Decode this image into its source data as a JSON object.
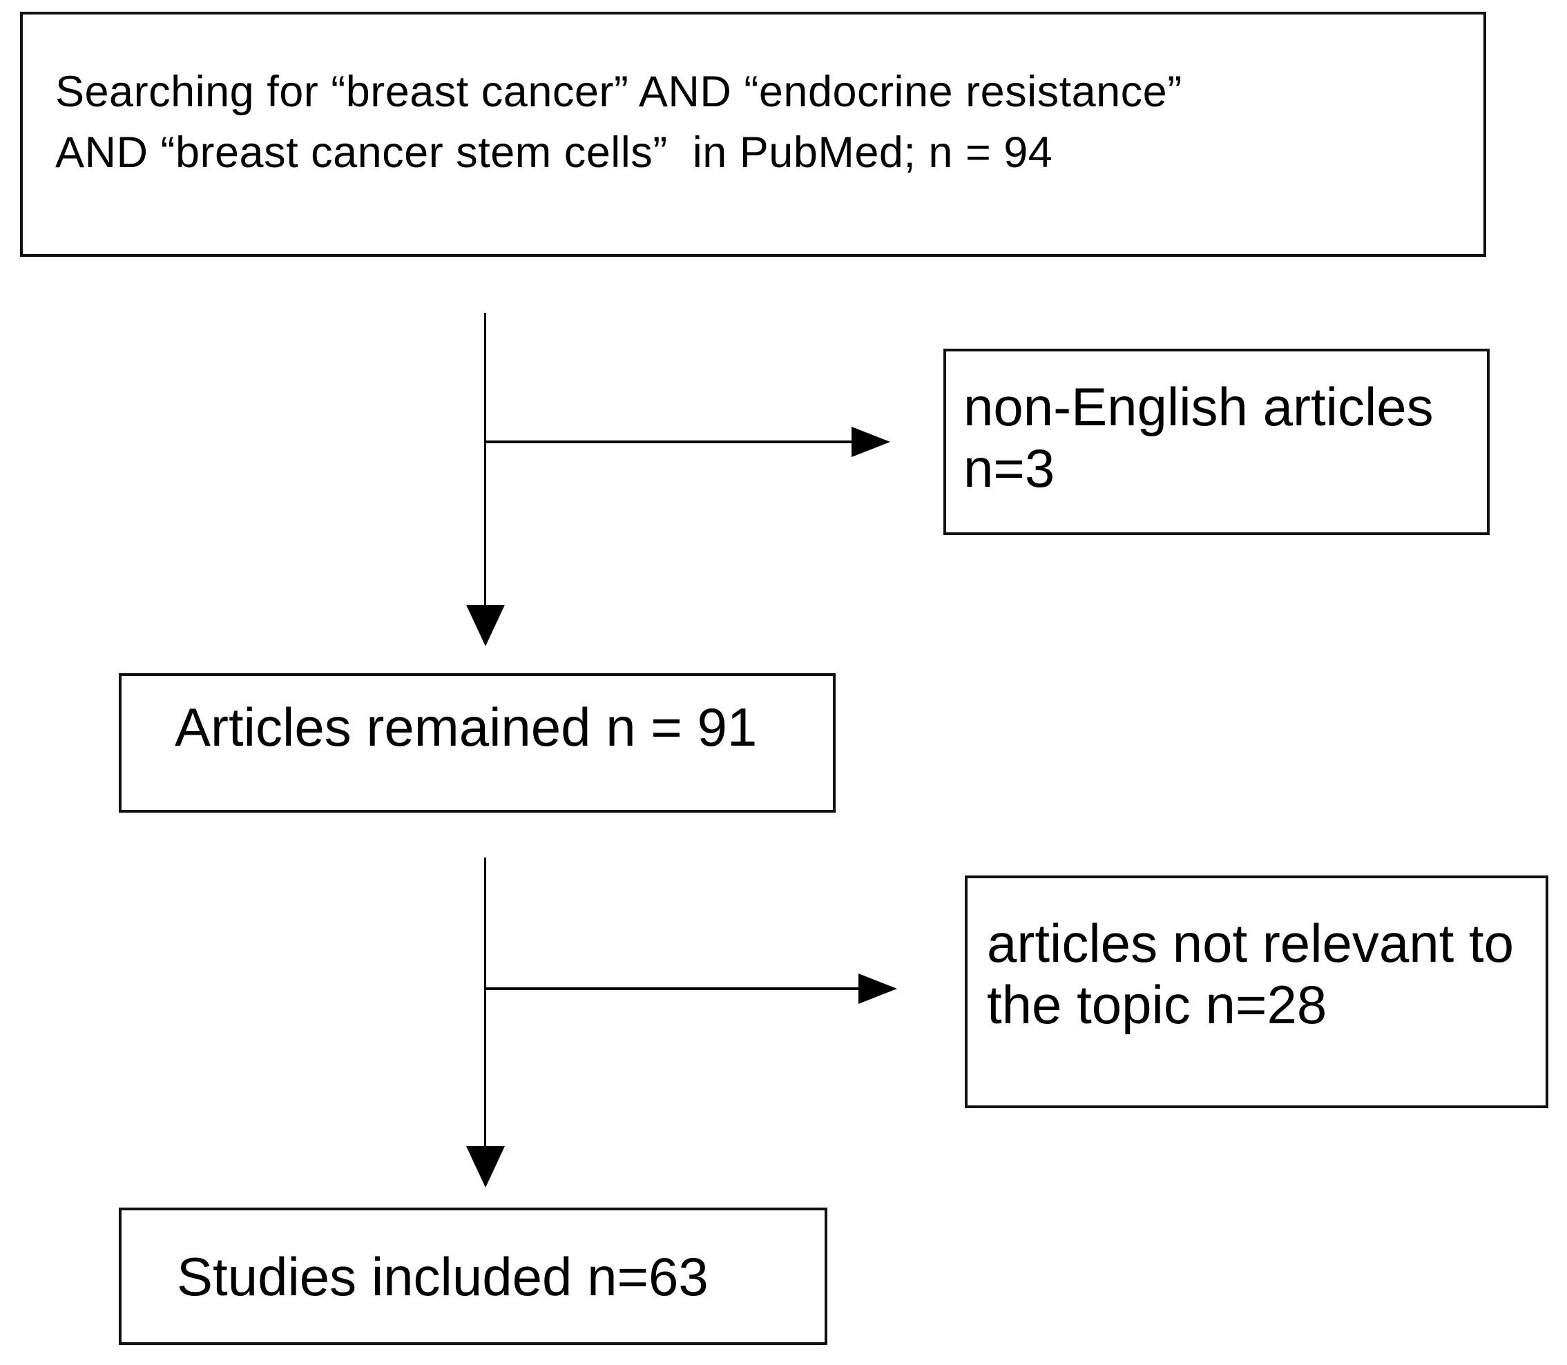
{
  "flowchart": {
    "colors": {
      "background": "#ffffff",
      "line": "#000000",
      "box_border": "#111111",
      "text": "#000000"
    },
    "nodes": {
      "search": {
        "lines": [
          "Searching for “breast cancer” AND “endocrine resistance”",
          "AND “breast cancer stem cells”  in PubMed; n = 94"
        ]
      },
      "non_english": {
        "lines": [
          "non-English articles",
          "n=3"
        ]
      },
      "remained": {
        "lines": [
          "Articles remained n = 91"
        ]
      },
      "not_relevant": {
        "lines": [
          "articles not relevant to",
          "the topic n=28"
        ]
      },
      "included": {
        "lines": [
          "Studies included n=63"
        ]
      }
    },
    "edges": [
      {
        "from": "search",
        "to": "remained",
        "type": "arrow-down"
      },
      {
        "from": "search",
        "to": "non_english",
        "type": "arrow-right-branch"
      },
      {
        "from": "remained",
        "to": "included",
        "type": "arrow-down"
      },
      {
        "from": "remained",
        "to": "not_relevant",
        "type": "arrow-right-branch"
      }
    ]
  }
}
